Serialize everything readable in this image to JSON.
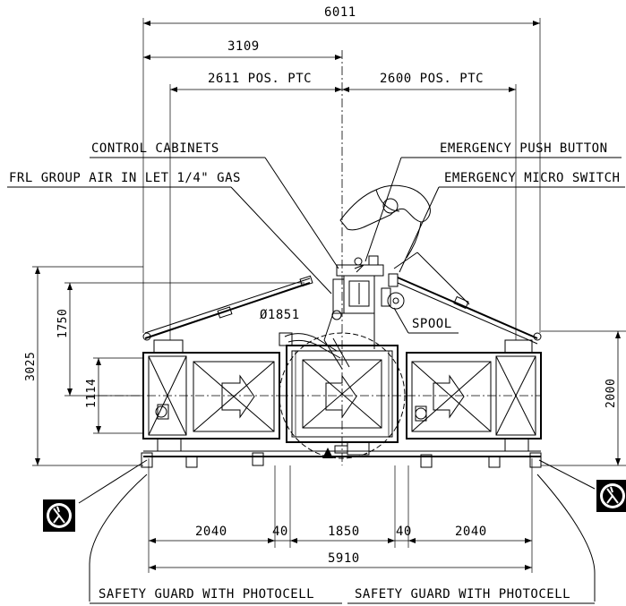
{
  "dimensions": {
    "overall_width_top": "6011",
    "half_width": "3109",
    "pos_ptc_left": "2611 POS. PTC",
    "pos_ptc_right": "2600 POS. PTC",
    "height_total": "3025",
    "height_upper": "1750",
    "height_box": "1114",
    "height_right": "2000",
    "spool_diameter": "Ø1851",
    "bottom_left_span": "2040",
    "gap_left": "40",
    "center_span": "1850",
    "gap_right": "40",
    "bottom_right_span": "2040",
    "overall_width_bottom": "5910"
  },
  "labels": {
    "control_cabinets": "CONTROL CABINETS",
    "frl_group": "FRL GROUP AIR IN LET 1/4\" GAS",
    "emergency_push_button": "EMERGENCY PUSH BUTTON",
    "emergency_micro_switch": "EMERGENCY MICRO SWITCH",
    "spool": "SPOOL",
    "safety_guard_left": "SAFETY GUARD WITH PHOTOCELL",
    "safety_guard_right": "SAFETY GUARD WITH PHOTOCELL"
  }
}
